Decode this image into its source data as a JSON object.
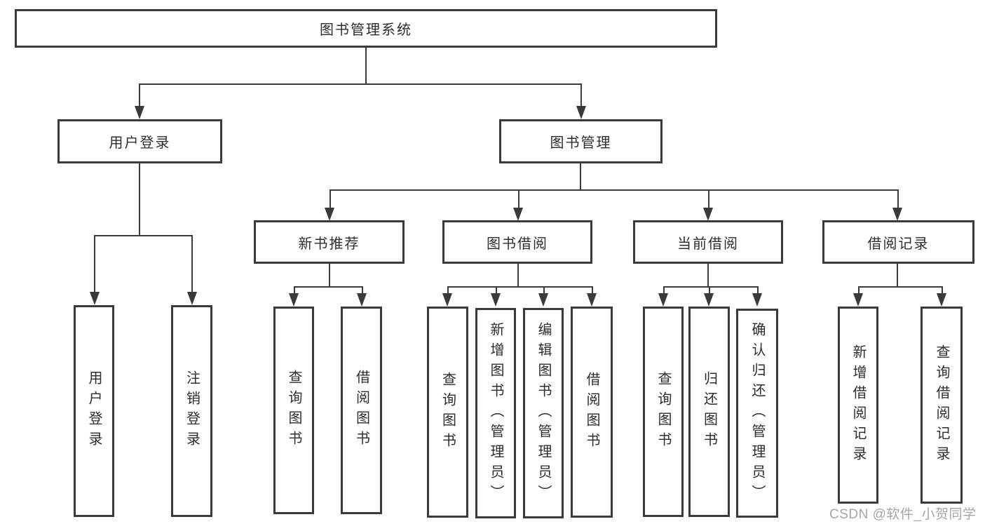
{
  "watermark": "CSDN @软件_小贺同学",
  "colors": {
    "line": "#3a3a3a",
    "text": "#2d2d2d",
    "background": "#ffffff",
    "watermark": "#a6a6a6"
  },
  "tree": {
    "label": "图书管理系统",
    "children": [
      {
        "label": "用户登录",
        "children": [
          {
            "label": "用户登录"
          },
          {
            "label": "注销登录"
          }
        ]
      },
      {
        "label": "图书管理",
        "children": [
          {
            "label": "新书推荐",
            "children": [
              {
                "label": "查询图书"
              },
              {
                "label": "借阅图书"
              }
            ]
          },
          {
            "label": "图书借阅",
            "children": [
              {
                "label": "查询图书"
              },
              {
                "label": "新增图书（管理员）"
              },
              {
                "label": "编辑图书（管理员）"
              },
              {
                "label": "借阅图书"
              }
            ]
          },
          {
            "label": "当前借阅",
            "children": [
              {
                "label": "查询图书"
              },
              {
                "label": "归还图书"
              },
              {
                "label": "确认归还（管理员）"
              }
            ]
          },
          {
            "label": "借阅记录",
            "children": [
              {
                "label": "新增借阅记录"
              },
              {
                "label": "查询借阅记录"
              }
            ]
          }
        ]
      }
    ]
  }
}
